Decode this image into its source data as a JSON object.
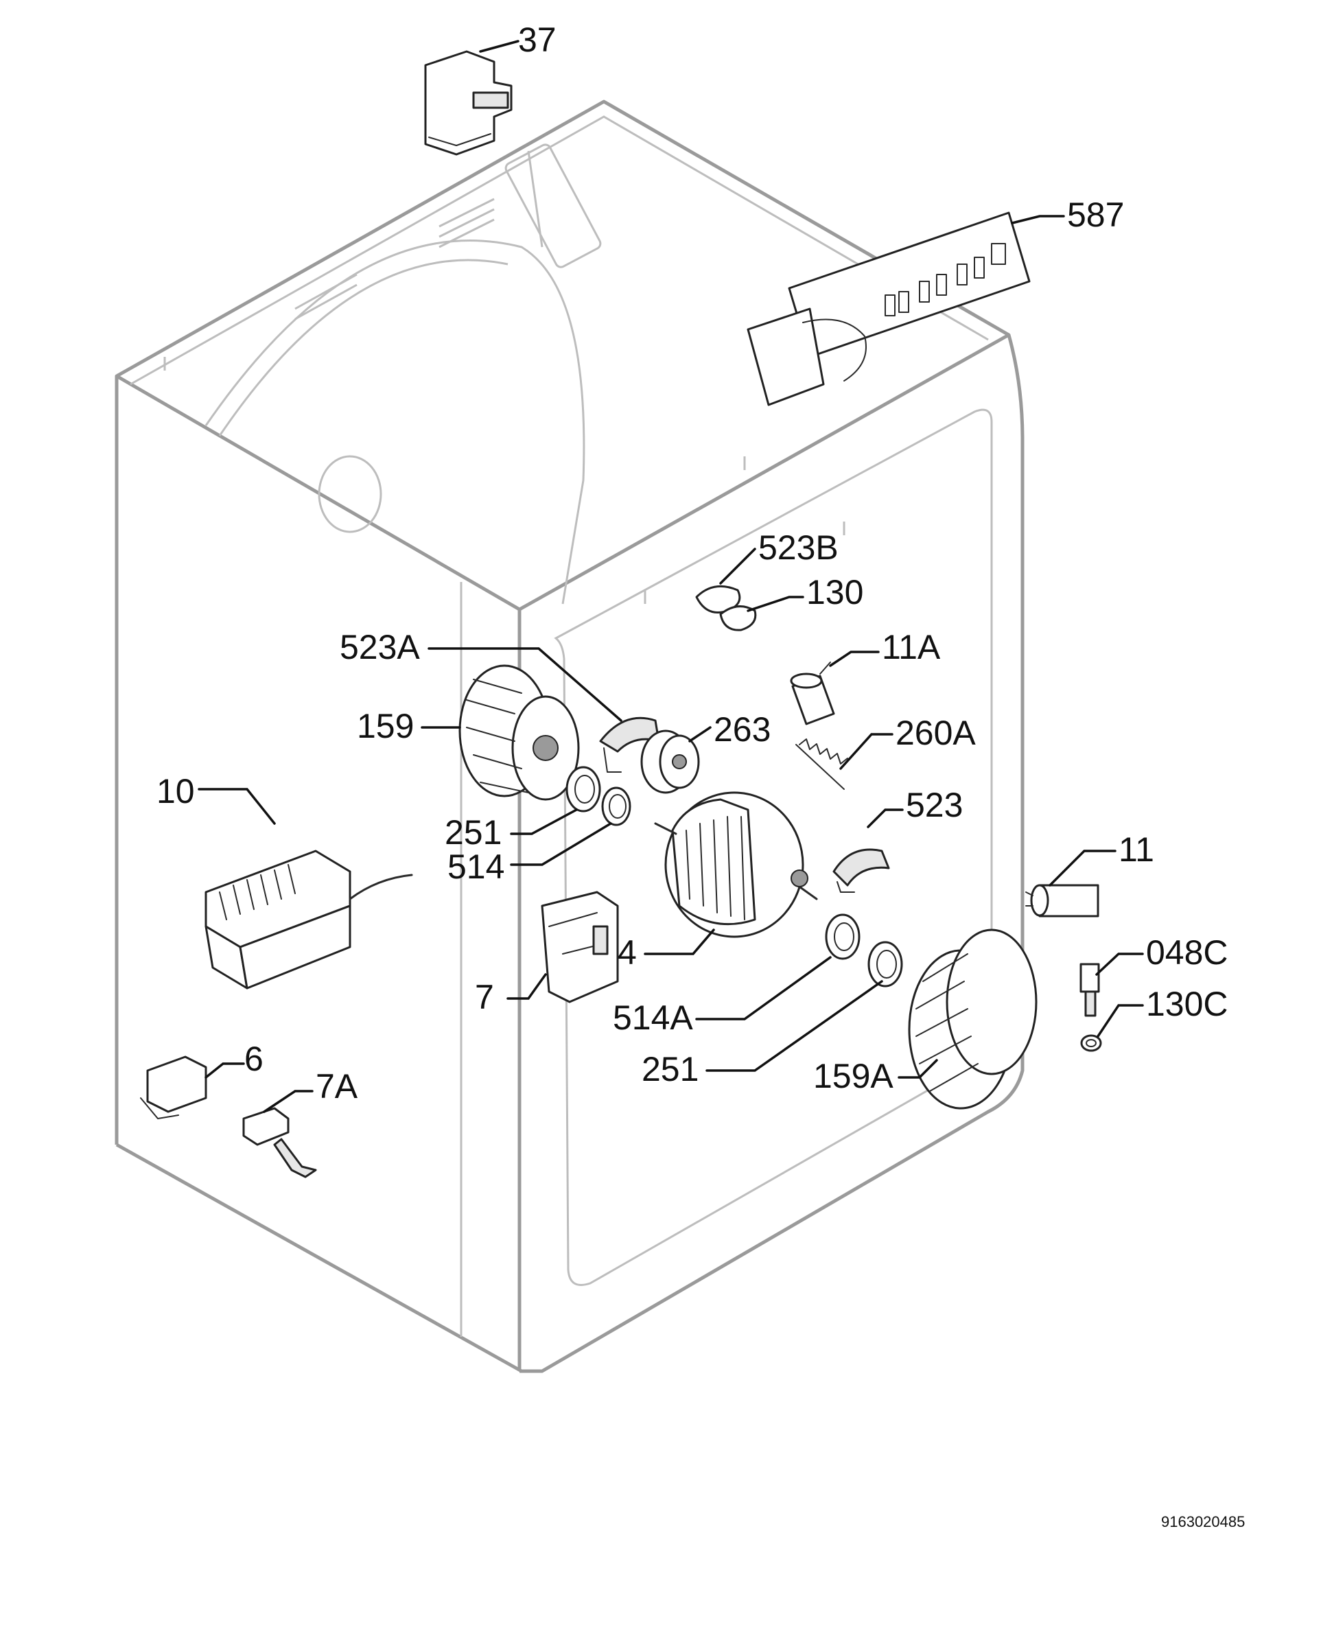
{
  "callouts": {
    "c37": "37",
    "c587": "587",
    "c523B": "523B",
    "c130": "130",
    "c523A": "523A",
    "c11A": "11A",
    "c159": "159",
    "c263": "263",
    "c260A": "260A",
    "c10": "10",
    "c251a": "251",
    "c514": "514",
    "c523": "523",
    "c11": "11",
    "c4": "4",
    "c048C": "048C",
    "c7": "7",
    "c514A": "514A",
    "c130C": "130C",
    "c6": "6",
    "c7A": "7A",
    "c251b": "251",
    "c159A": "159A"
  },
  "document_number": "9163020485"
}
